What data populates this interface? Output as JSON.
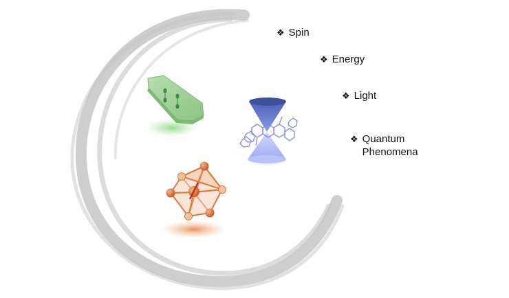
{
  "bullet_glyph": "❖",
  "items": [
    {
      "label": "Spin"
    },
    {
      "label": "Energy"
    },
    {
      "label": "Light"
    },
    {
      "label": "Quantum Phenomena",
      "line1": "Quantum",
      "line2": "Phenomena"
    }
  ],
  "colors": {
    "swoosh": "#c7c7c7",
    "green_crystal": "#9fcf97",
    "blue_cone": "#8d9be0",
    "molecule": "#7f86d8",
    "orange_octahedron": "#e07a3c"
  },
  "icons": [
    "swoosh-ring",
    "green-crystal-icon",
    "dirac-cone-icon",
    "molecule-icon",
    "octahedron-icon"
  ]
}
